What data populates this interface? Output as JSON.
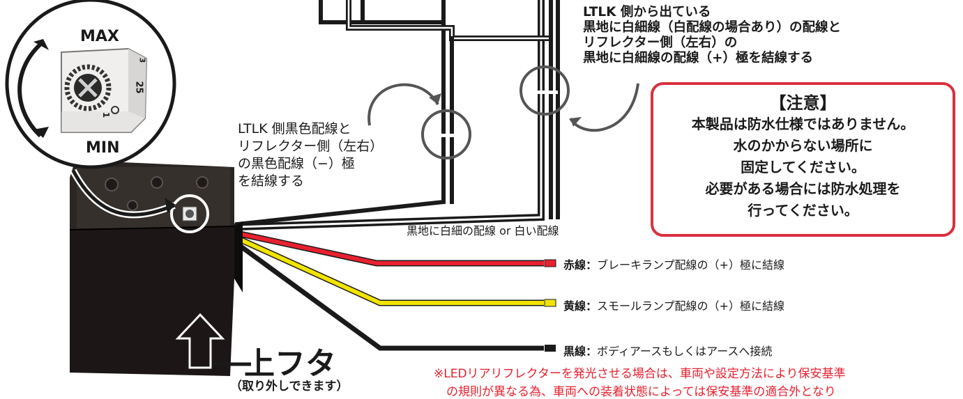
{
  "labels": {
    "max": "MAX",
    "min": "MIN",
    "dial_marks": [
      "3",
      "25",
      "1"
    ]
  },
  "left_note": [
    "LTLK 側黒色配線と",
    "リフレクター側（左右）",
    "の黒色配線（−）極",
    "を結線する"
  ],
  "right_note": [
    "LTLK 側から出ている",
    "黒地に白細線（白配線の場合あり）の配線と",
    "リフレクター側（左右）の",
    "黒地に白細線の配線（+）極を結線する"
  ],
  "caution": {
    "title": "【注意】",
    "lines": [
      "本製品は防水仕様ではありません。",
      "水のかからない場所に",
      "固定してください。",
      "必要がある場合には防水処理を",
      "行ってください。"
    ]
  },
  "wire_label_white": "黒地に白細の配線 or 白い配線",
  "legend": {
    "red": {
      "name": "赤線：",
      "desc": "ブレーキランプ配線の（+）極に結線"
    },
    "yellow": {
      "name": "黄線：",
      "desc": "スモールランプ配線の（+）極に結線"
    },
    "black": {
      "name": "黒線：",
      "desc": "ボディアースもしくはアースへ接続"
    }
  },
  "lid": {
    "main": "上フタ",
    "sub": "（取り外しできます）"
  },
  "warning": {
    "line1": "※LEDリアリフレクターを発光させる場合は、車両や設定方法により保安基準",
    "line2": "の規則が異なる為、車両への装着状態によっては保安基準の適合外となり"
  },
  "colors": {
    "red_wire": "#e8202f",
    "yellow_wire": "#f2e400",
    "black_wire": "#1a1a1a",
    "caution_border": "#d9303f",
    "warning_text": "#e8202f"
  }
}
